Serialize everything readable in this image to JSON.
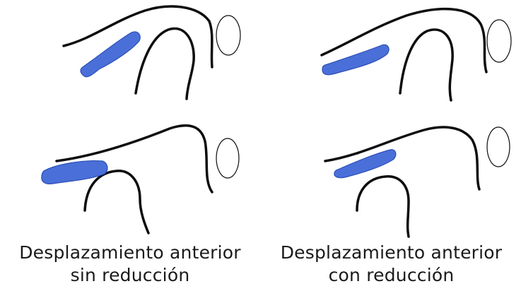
{
  "colors": {
    "disc_fill": "#4a6fd8",
    "disc_stroke": "#2c4fb8",
    "bone_stroke": "#0d0d0d",
    "background": "#ffffff"
  },
  "captions": {
    "left": {
      "line1": "Desplazamiento anterior",
      "line2": "sin reducción"
    },
    "right": {
      "line1": "Desplazamiento anterior",
      "line2": "con reducción"
    }
  }
}
